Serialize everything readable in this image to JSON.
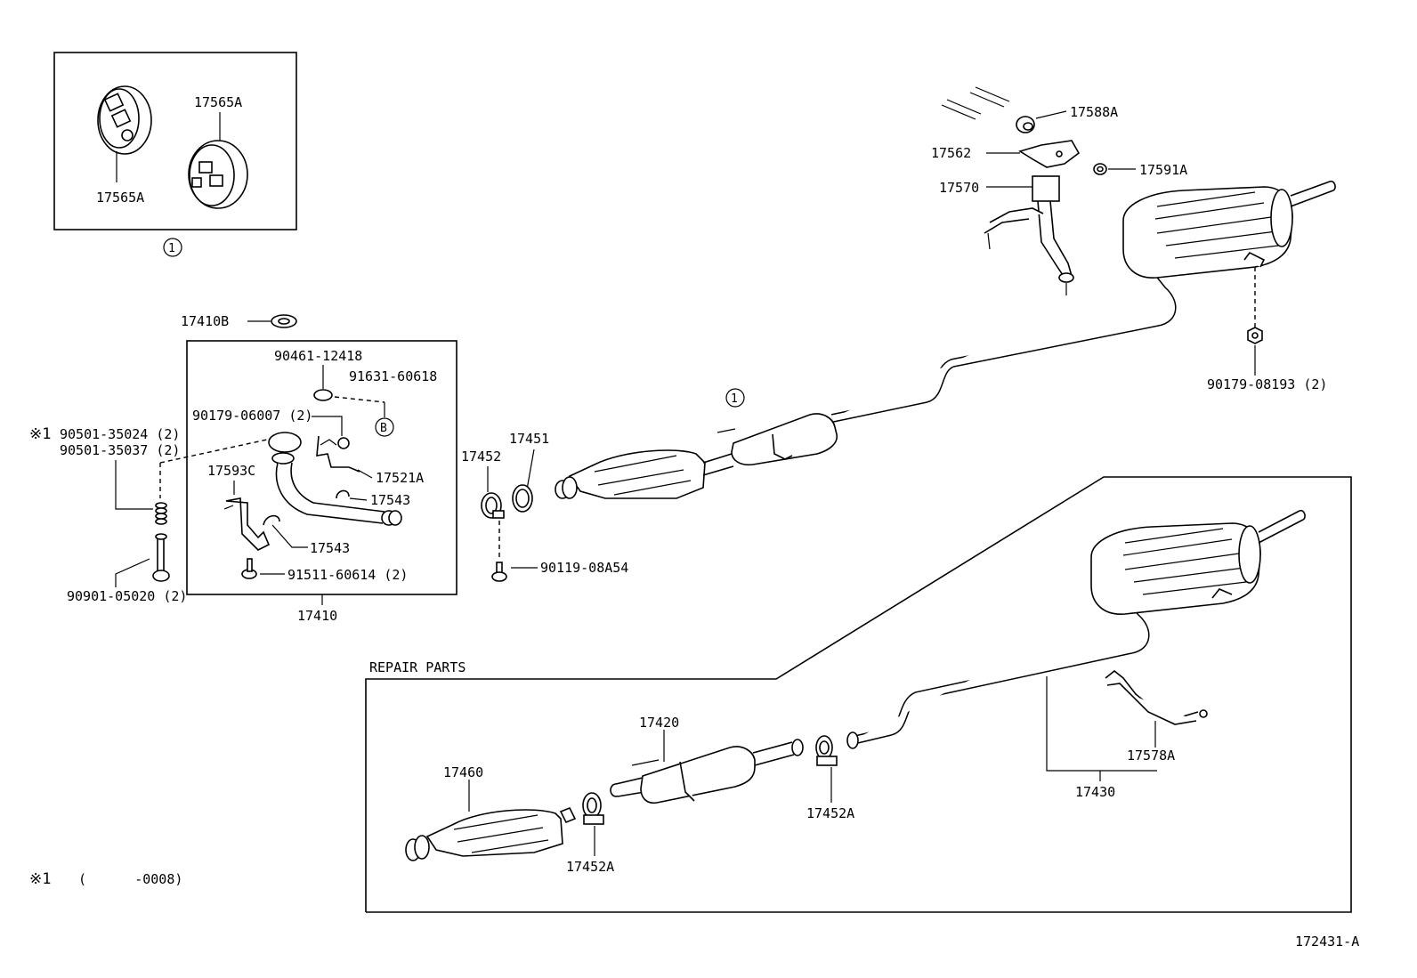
{
  "labels": {
    "p17565A_a": "17565A",
    "p17565A_b": "17565A",
    "circle1_ref": "1",
    "circle1_main": "1",
    "circleB": "B",
    "p17410B": "17410B",
    "p90461": "90461-12418",
    "p91631": "91631-60618",
    "p90179_06007": "90179-06007 (2)",
    "p90501_35024": "90501-35024 (2)",
    "p90501_35037": "90501-35037 (2)",
    "note_mark": "※1",
    "p17593C": "17593C",
    "p17521A": "17521A",
    "p17543_a": "17543",
    "p17543_b": "17543",
    "p91511": "91511-60614 (2)",
    "p90901": "90901-05020 (2)",
    "p17410": "17410",
    "p17452": "17452",
    "p17451": "17451",
    "p90119": "90119-08A54",
    "p17588A": "17588A",
    "p17562": "17562",
    "p17591A": "17591A",
    "p17570": "17570",
    "p90179_08193": "90179-08193 (2)",
    "repair_parts": "REPAIR PARTS",
    "p17420": "17420",
    "p17460": "17460",
    "p17452A_a": "17452A",
    "p17452A_b": "17452A",
    "p17578A": "17578A",
    "p17430": "17430",
    "footnote_mark": "※1",
    "footnote_text": "(      -0008)",
    "figure_id": "172431-A"
  }
}
